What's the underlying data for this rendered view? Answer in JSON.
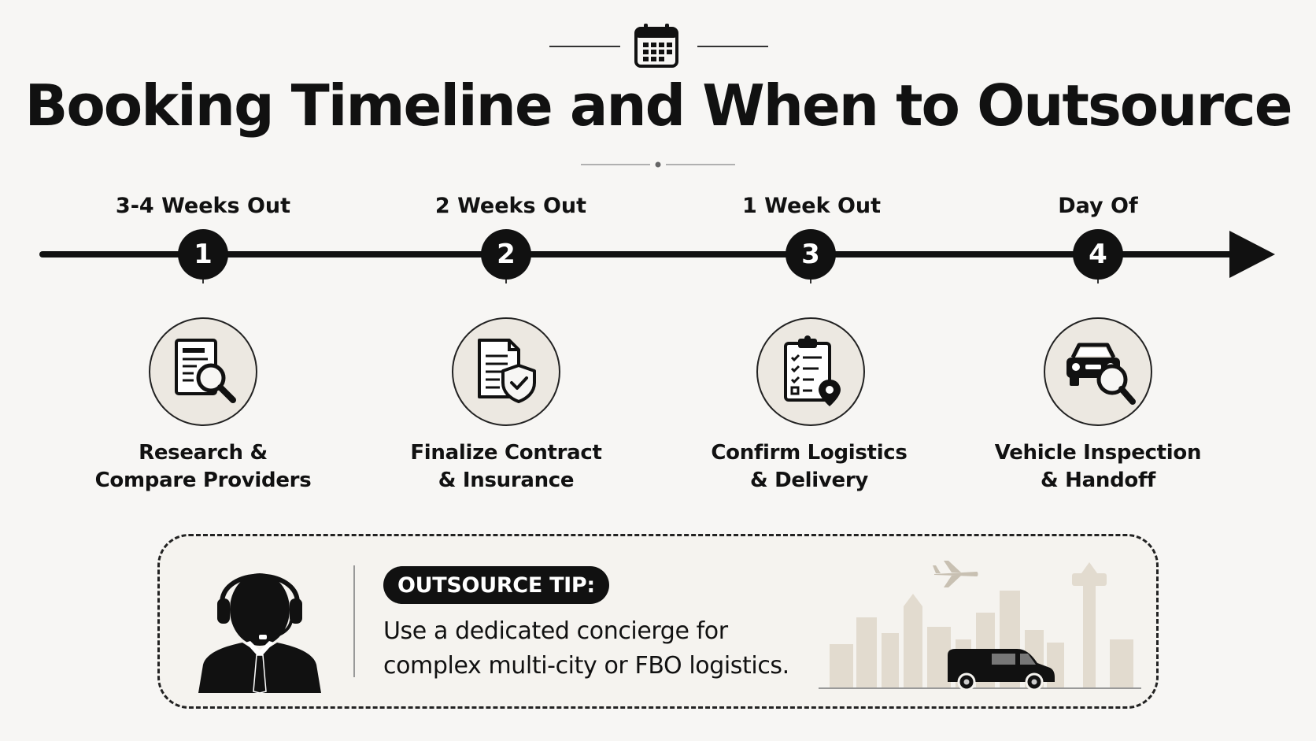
{
  "title": "Booking Timeline and When to Outsource",
  "icons": {
    "header": "calendar-icon",
    "tip": "concierge-headset-icon",
    "plane": "airplane-icon",
    "van": "van-icon",
    "skyline": "city-skyline-icon"
  },
  "steps": [
    {
      "number": "1",
      "stage": "3-4 Weeks Out",
      "caption_line1": "Research &",
      "caption_line2": "Compare Providers",
      "icon": "document-search-icon"
    },
    {
      "number": "2",
      "stage": "2 Weeks Out",
      "caption_line1": "Finalize Contract",
      "caption_line2": "& Insurance",
      "icon": "contract-shield-icon"
    },
    {
      "number": "3",
      "stage": "1 Week Out",
      "caption_line1": "Confirm Logistics",
      "caption_line2": "& Delivery",
      "icon": "clipboard-location-icon"
    },
    {
      "number": "4",
      "stage": "Day Of",
      "caption_line1": "Vehicle Inspection",
      "caption_line2": "& Handoff",
      "icon": "car-inspection-icon"
    }
  ],
  "tip": {
    "badge": "OUTSOURCE TIP:",
    "line1": "Use a dedicated concierge for",
    "line2": "complex multi-city or FBO logistics."
  },
  "colors": {
    "background": "#f7f6f4",
    "ink": "#111111",
    "icon_fill": "#ece8e1",
    "skyline": "#e2dbcf"
  }
}
